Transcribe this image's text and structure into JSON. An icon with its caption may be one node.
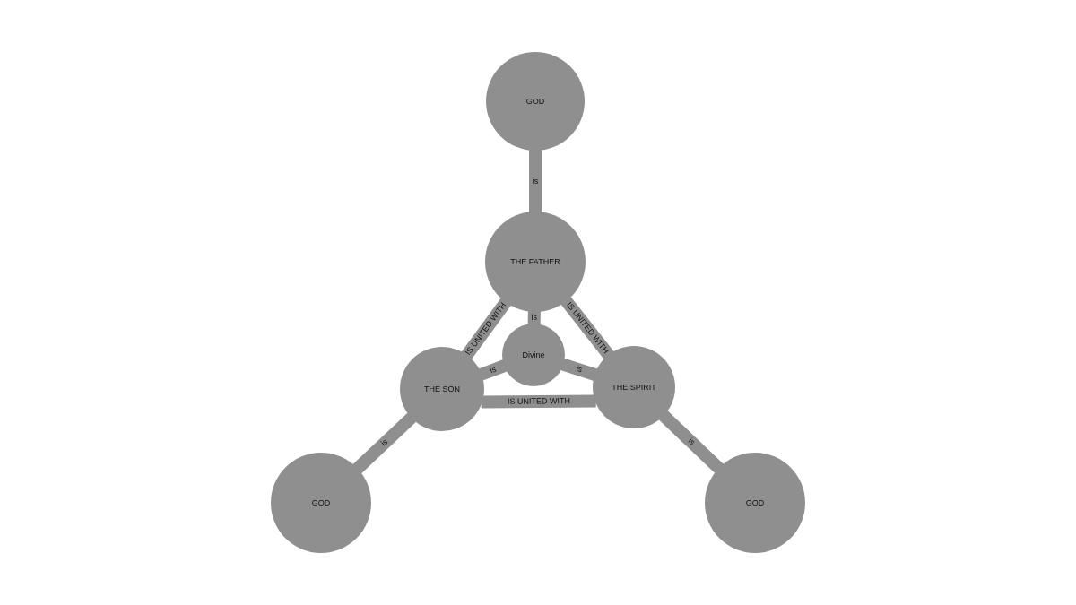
{
  "diagram": {
    "nodes": [
      {
        "text": [
          "GOD"
        ]
      },
      {
        "text": [
          "THE FATHER"
        ]
      },
      {
        "text": [
          "Divine"
        ]
      },
      {
        "text": [
          "THE SON"
        ]
      },
      {
        "text": [
          "THE SPIRIT"
        ]
      },
      {
        "text": [
          "GOD"
        ]
      },
      {
        "text": [
          "GOD"
        ]
      }
    ],
    "edges": [
      {
        "from": 1,
        "to": 0,
        "arrow": "none",
        "label": "is"
      },
      {
        "from": 1,
        "to": 3,
        "arrow": "none",
        "label": "IS UNITED WITH"
      },
      {
        "from": 1,
        "to": 4,
        "arrow": "none",
        "label": "IS UNITED WITH"
      },
      {
        "from": 1,
        "to": 2,
        "arrow": "none",
        "label": "is"
      },
      {
        "from": 3,
        "to": 2,
        "arrow": "none",
        "label": "is"
      },
      {
        "from": 4,
        "to": 2,
        "arrow": "none",
        "label": "is"
      },
      {
        "from": 3,
        "to": 4,
        "arrow": "none",
        "label": "IS UNITED WITH"
      },
      {
        "from": 3,
        "to": 5,
        "arrow": "none",
        "label": "is"
      },
      {
        "from": 4,
        "to": 6,
        "arrow": "none",
        "label": "is"
      }
    ]
  }
}
